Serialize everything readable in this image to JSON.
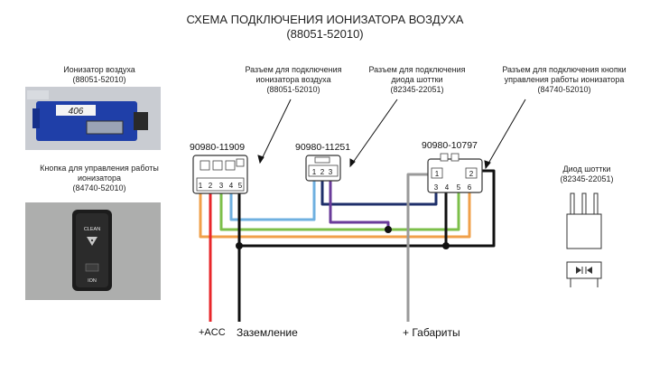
{
  "title": {
    "line1": "СХЕМА ПОДКЛЮЧЕНИЯ ИОНИЗАТОРА ВОЗДУХА",
    "line2": "(88051-52010)"
  },
  "ionizer_photo": {
    "caption_line1": "Ионизатор воздуха",
    "caption_line2": "(88051-52010)",
    "sticker_text": "406"
  },
  "button_photo": {
    "caption_line1": "Кнопка для управления работы",
    "caption_line2": "ионизатора",
    "caption_line3": "(84740-52010)",
    "top_label": "CLEAN",
    "bottom_label": "ION"
  },
  "connectors": [
    {
      "code": "90980-11909",
      "desc_line1": "Разъем для подключения",
      "desc_line2": "ионизатора воздуха",
      "desc_line3": "(88051-52010)",
      "pins": [
        "1",
        "2",
        "3",
        "4",
        "5"
      ]
    },
    {
      "code": "90980-11251",
      "desc_line1": "Разъем для подключения",
      "desc_line2": "диода шоттки",
      "desc_line3": "(82345-22051)",
      "pins": [
        "1",
        "2",
        "3"
      ]
    },
    {
      "code": "90980-10797",
      "desc_line1": "Разъем для подключения кнопки",
      "desc_line2": "управления работы ионизатора",
      "desc_line3": "(84740-52010)",
      "pins_top": [
        "1",
        "2"
      ],
      "pins_bottom": [
        "3",
        "4",
        "5",
        "6"
      ]
    }
  ],
  "diode": {
    "caption_line1": "Диод шоттки",
    "caption_line2": "(82345-22051)"
  },
  "bottom_labels": {
    "acc": "+ACC",
    "ground": "Заземление",
    "parking": "+ Габариты"
  },
  "wire_colors": {
    "red": "#e8262a",
    "black": "#111111",
    "orange": "#f0a04a",
    "green": "#7cbf4a",
    "blue": "#6fb0e0",
    "gray": "#9a9a9a",
    "purple": "#6a3b9a",
    "navy": "#1e2f6a"
  }
}
